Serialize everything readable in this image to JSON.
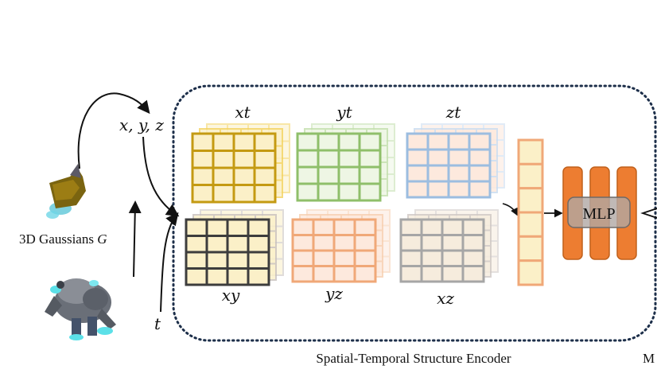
{
  "inputs": {
    "coords_label": "x, y, z",
    "time_label": "t",
    "gaussians_label": "3D Gaussians ",
    "gaussians_symbol": "G"
  },
  "planes": [
    {
      "key": "xt",
      "label": "xt",
      "color": "#c49a12",
      "light": "#f4d35e",
      "fill": "#fbf0c8"
    },
    {
      "key": "yt",
      "label": "yt",
      "color": "#8fbf6a",
      "light": "#c3dfac",
      "fill": "#eef6e4"
    },
    {
      "key": "zt",
      "label": "zt",
      "color": "#9cbde0",
      "light": "#c9dcf0",
      "fill": "#fde9dd"
    },
    {
      "key": "xy",
      "label": "xy",
      "color": "#3d3d3d",
      "light": "#c8c0bc",
      "fill": "#fbf0c8"
    },
    {
      "key": "yz",
      "label": "yz",
      "color": "#f0a878",
      "light": "#f7cfb0",
      "fill": "#fde9dd"
    },
    {
      "key": "xz",
      "label": "xz",
      "color": "#a6a6a6",
      "light": "#cfc8c4",
      "fill": "#f6ecdd"
    }
  ],
  "feature_vector": {
    "cells": 6,
    "color": "#f0a878",
    "fill": "#fbf0c8"
  },
  "mlp": {
    "label": "MLP",
    "bar_color": "#ed7d31",
    "box_color": "#b0a8a4"
  },
  "encoder": {
    "caption": "Spatial-Temporal Structure Encoder"
  },
  "edge_text": "M"
}
